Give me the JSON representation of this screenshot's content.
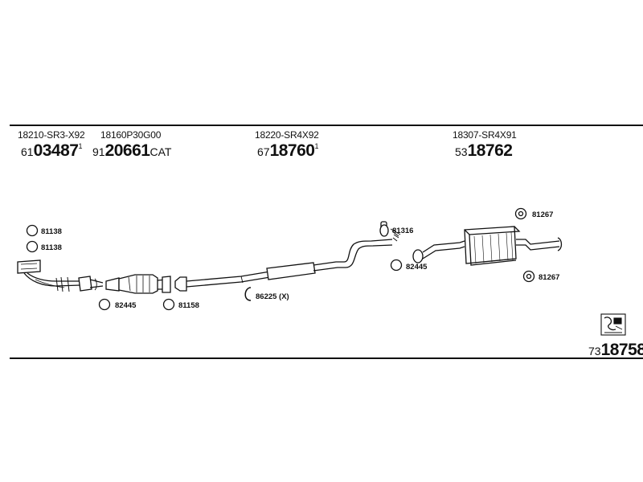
{
  "header": {
    "groups": [
      {
        "part": "18210-SR3-X92",
        "order_prefix": "61",
        "order_main": "03487",
        "order_suffix": "",
        "order_sup": "1"
      },
      {
        "part": "18160P30G00",
        "order_prefix": "91",
        "order_main": "20661",
        "order_suffix": "CAT",
        "order_sup": ""
      },
      {
        "part": "18220-SR4X92",
        "order_prefix": "67",
        "order_main": "18760",
        "order_suffix": "",
        "order_sup": "1"
      },
      {
        "part": "18307-SR4X91",
        "order_prefix": "53",
        "order_main": "18762",
        "order_suffix": "",
        "order_sup": ""
      }
    ]
  },
  "callouts": {
    "c1": "81138",
    "c2": "81138",
    "c3": "82445",
    "c4": "81158",
    "c5": "86225 (X)",
    "c6": "81316",
    "c7": "82445",
    "c8": "81267",
    "c9": "81267"
  },
  "footer": {
    "order_prefix": "73",
    "order_main": "18758"
  },
  "icons": [
    "ring-gasket-icon",
    "spring-clamp-icon",
    "bolt-icon",
    "rubber-mount-icon",
    "kit-box-icon"
  ]
}
